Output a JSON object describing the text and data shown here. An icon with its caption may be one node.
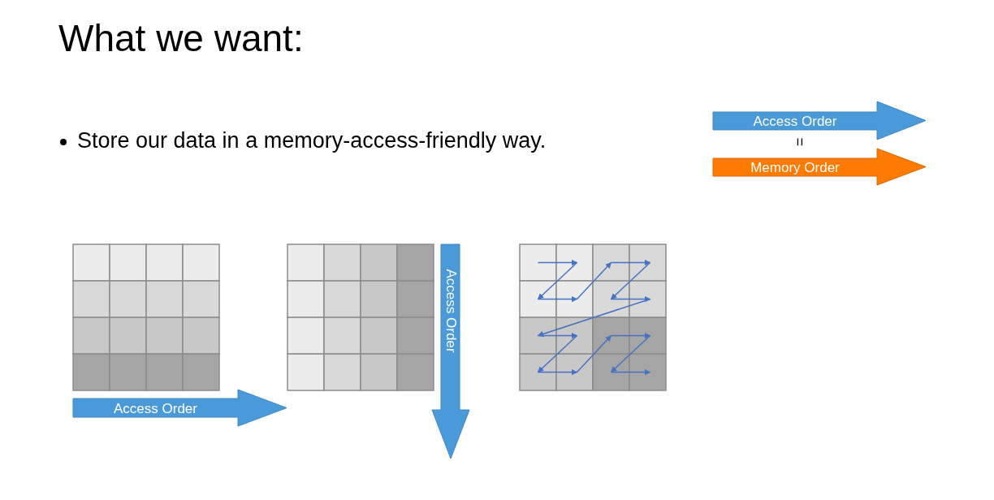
{
  "diagram": {
    "title": "What we want:",
    "nodes": [
      {
        "text": [
          "Access Order"
        ]
      },
      {
        "text": [
          "Memory Order"
        ]
      },
      {
        "text": [
          "Access Order"
        ]
      },
      {
        "text": [
          "Access Order"
        ]
      }
    ],
    "labels": [
      "Store our data in a memory-access-friendly way.",
      "="
    ]
  }
}
